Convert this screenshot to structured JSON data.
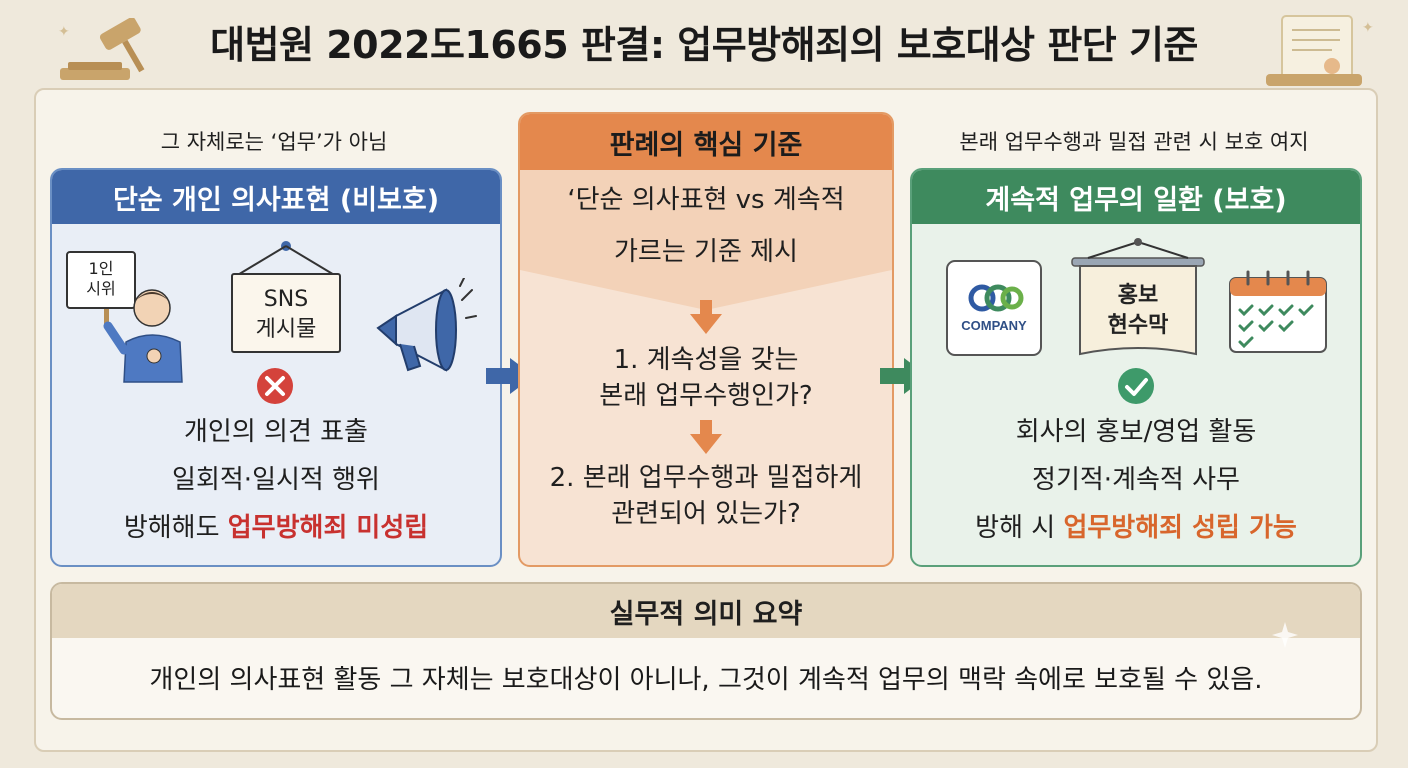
{
  "title": "대법원 2022도1665 판결: 업무방해죄의 보호대상 판단 기준",
  "left": {
    "caption": "그 자체로는 ‘업무’가 아님",
    "header": "단순 개인 의사표현 (비보호)",
    "sign_line1": "1인",
    "sign_line2": "시위",
    "board_line1": "SNS",
    "board_line2": "게시물",
    "line1": "개인의 의견 표출",
    "line2": "일회적·일시적 행위",
    "line3_prefix": "방해해도 ",
    "line3_highlight": "업무방해죄 미성립"
  },
  "center": {
    "header": "판례의 핵심 기준",
    "intro_line1": "‘단순 의사표현 vs 계속적",
    "intro_line2": "가르는 기준 제시",
    "q1_line1": "1. 계속성을 갖는",
    "q1_line2": "본래 업무수행인가?",
    "q2_line1": "2. 본래 업무수행과 밀접하게",
    "q2_line2": "관련되어 있는가?"
  },
  "right": {
    "caption": "본래 업무수행과 밀접 관련 시 보호 여지",
    "header": "계속적 업무의 일환 (보호)",
    "company_label": "COMPANY",
    "banner_line1": "홍보",
    "banner_line2": "현수막",
    "line1": "회사의 홍보/영업 활동",
    "line2": "정기적·계속적 사무",
    "line3_prefix": "방해 시 ",
    "line3_highlight": "업무방해죄 성립 가능"
  },
  "summary": {
    "header": "실무적 의미 요약",
    "body": "개인의 의사표현 활동 그 자체는 보호대상이 아니나, 그것이 계속적 업무의 맥락 속에로 보호될 수 있음."
  },
  "colors": {
    "left_accent": "#3f67a8",
    "center_accent": "#e4884d",
    "right_accent": "#3e8a5e",
    "negative": "#c8312f",
    "positive": "#d8662c"
  },
  "icons": [
    "gavel-icon",
    "scroll-icon",
    "protester-icon",
    "sign-board-icon",
    "x-mark-icon",
    "megaphone-icon",
    "company-logo-icon",
    "banner-icon",
    "calendar-icon",
    "check-mark-icon",
    "arrow-right-icon",
    "arrow-down-icon",
    "sparkle-icon"
  ]
}
